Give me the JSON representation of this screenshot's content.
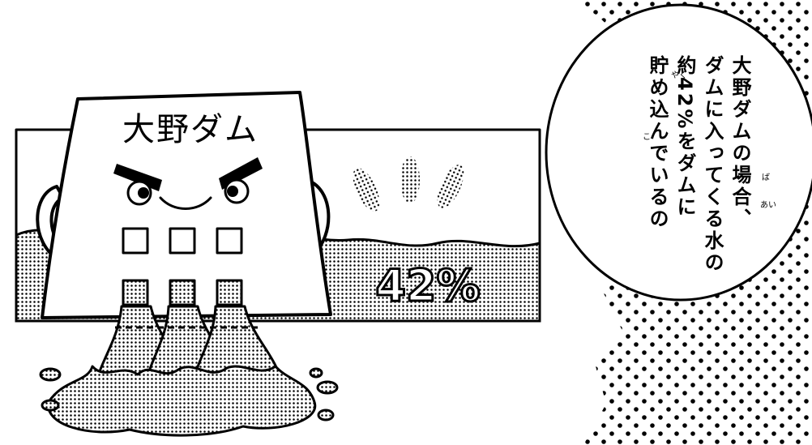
{
  "scene": {
    "dam_name": "大野ダム",
    "water_percent_label": "42%"
  },
  "speech_bubble": {
    "lines": [
      "大野ダムの場合、",
      "ダムに入ってくる水の",
      "約42%をダムに",
      "貯め込んでいるの"
    ],
    "furigana": [
      "ば",
      "あい",
      "やく",
      "こ"
    ]
  },
  "colors": {
    "ink": "#000000",
    "paper": "#ffffff",
    "screentone": "#9a9a9a"
  }
}
